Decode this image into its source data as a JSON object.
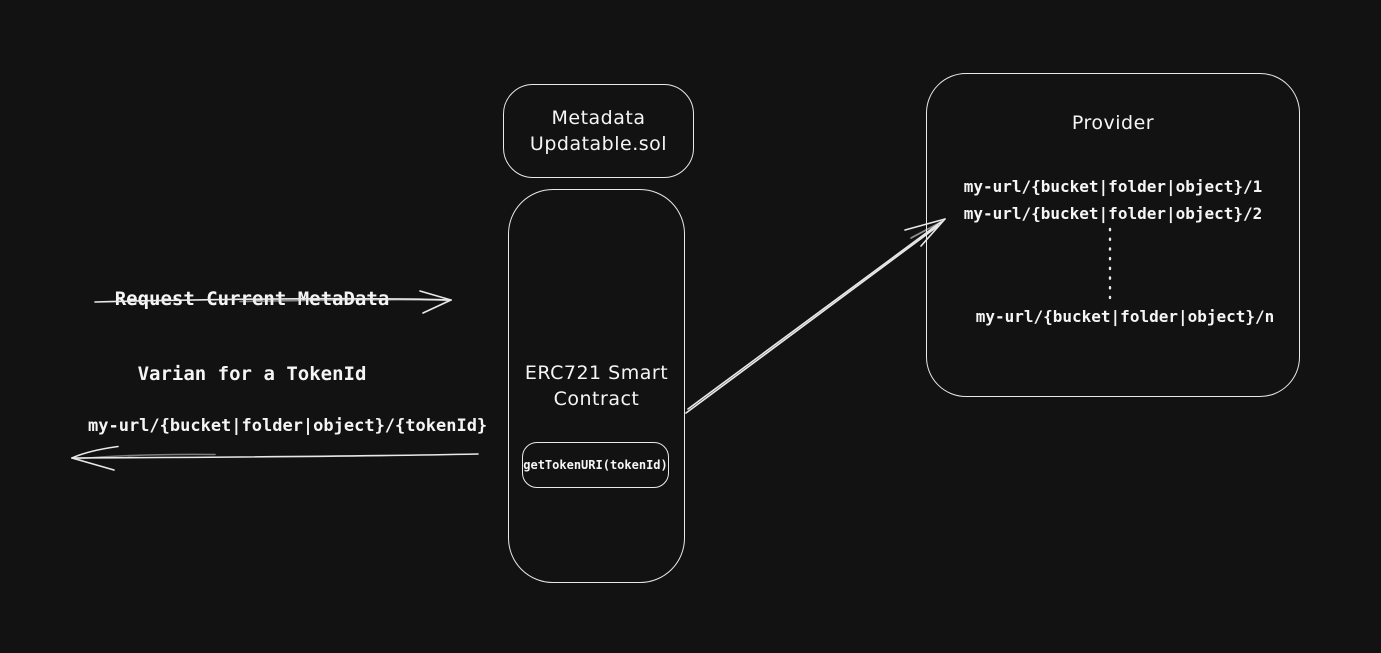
{
  "canvas": {
    "background": "#121212",
    "stroke_color": "#e9e9e9",
    "text_color": "#f5f5f5"
  },
  "metadata_box": {
    "line1": "Metadata",
    "line2": "Updatable.sol"
  },
  "contract_box": {
    "line1": "ERC721 Smart",
    "line2": "Contract",
    "method_label": "getTokenURI(tokenId)"
  },
  "provider_box": {
    "title": "Provider",
    "url_1": "my-url/{bucket|folder|object}/1",
    "url_2": "my-url/{bucket|folder|object}/2",
    "url_n": "my-url/{bucket|folder|object}/n"
  },
  "request_label": {
    "line1": "Request Current MetaData",
    "line2": "Varian for a TokenId"
  },
  "response_label": {
    "text": "my-url/{bucket|folder|object}/{tokenId}"
  }
}
